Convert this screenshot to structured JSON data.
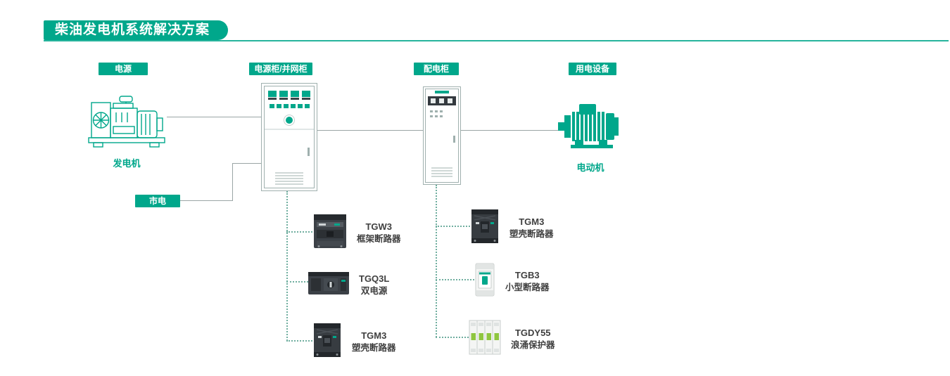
{
  "page": {
    "title": "柴油发电机系统解决方案"
  },
  "colors": {
    "accent": "#00a78b",
    "connector_line": "#9aa5a5",
    "label_text": "#3f3f3f"
  },
  "nodes": {
    "source_badge": "电源",
    "generator_caption": "发电机",
    "mains_badge": "市电",
    "power_cabinet_badge": "电源柜/并网柜",
    "distribution_cabinet_badge": "配电柜",
    "load_badge": "用电设备",
    "motor_caption": "电动机"
  },
  "power_cabinet_products": [
    {
      "model": "TGW3",
      "name": "框架断路器"
    },
    {
      "model": "TGQ3L",
      "name": "双电源"
    },
    {
      "model": "TGM3",
      "name": "塑壳断路器"
    }
  ],
  "distribution_cabinet_products": [
    {
      "model": "TGM3",
      "name": "塑壳断路器"
    },
    {
      "model": "TGB3",
      "name": "小型断路器"
    },
    {
      "model": "TGDY55",
      "name": "浪涌保护器"
    }
  ]
}
